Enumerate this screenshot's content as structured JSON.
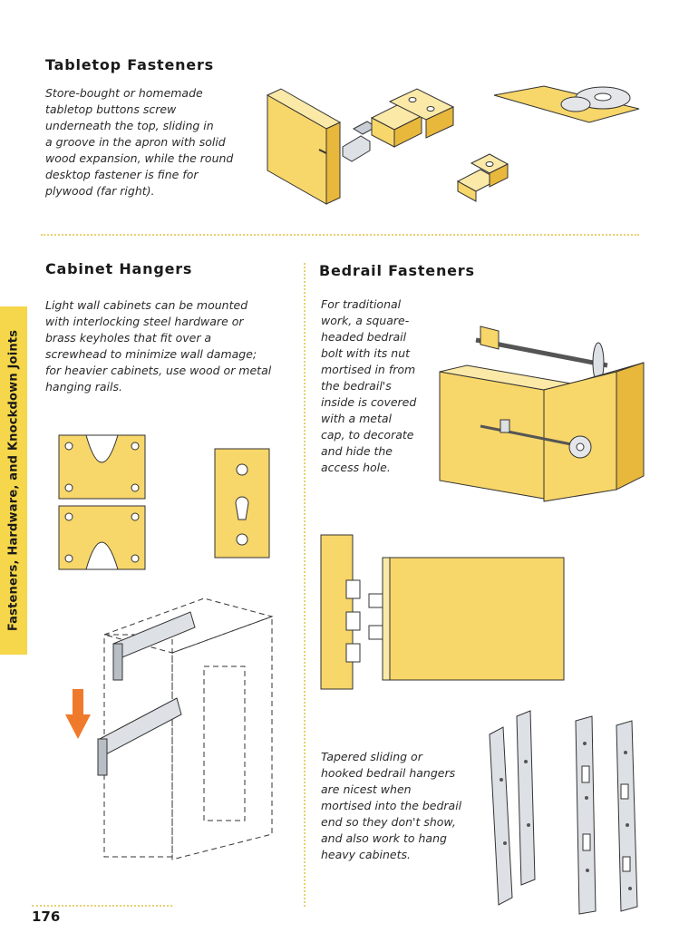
{
  "side_tab": {
    "label": "Fasteners, Hardware, and Knockdown Joints"
  },
  "sections": {
    "tabletop": {
      "title": "Tabletop Fasteners",
      "caption": "Store-bought or homemade\ntabletop buttons screw\nunderneath the top, sliding in\na groove in the apron with solid\nwood expansion, while the round\ndesktop fastener is fine for\nplywood (far right)."
    },
    "cabinet": {
      "title": "Cabinet Hangers",
      "caption": "Light wall cabinets can be mounted\nwith interlocking steel hardware or\nbrass keyholes that fit over a\nscrewhead to minimize wall damage;\nfor heavier cabinets, use wood or metal\nhanging rails."
    },
    "bedrail": {
      "title": "Bedrail Fasteners",
      "caption": "For traditional\nwork, a square-\nheaded bedrail\nbolt with its nut\nmortised in from\nthe bedrail's\ninside is covered\nwith a metal\ncap, to decorate\nand hide the\naccess hole.",
      "caption2": "Tapered sliding or\nhooked bedrail hangers\nare nicest when\nmortised into the bedrail\nend so they don't show,\nand also work to hang\nheavy cabinets."
    }
  },
  "page_number": "176",
  "colors": {
    "wood": "#f7d66a",
    "wood_dark": "#e8b83c",
    "wood_light": "#fbe9a8",
    "arrow": "#f07a2c",
    "metal": "#c9ced6",
    "rule": "#e8d070",
    "tab": "#f6d64a"
  }
}
